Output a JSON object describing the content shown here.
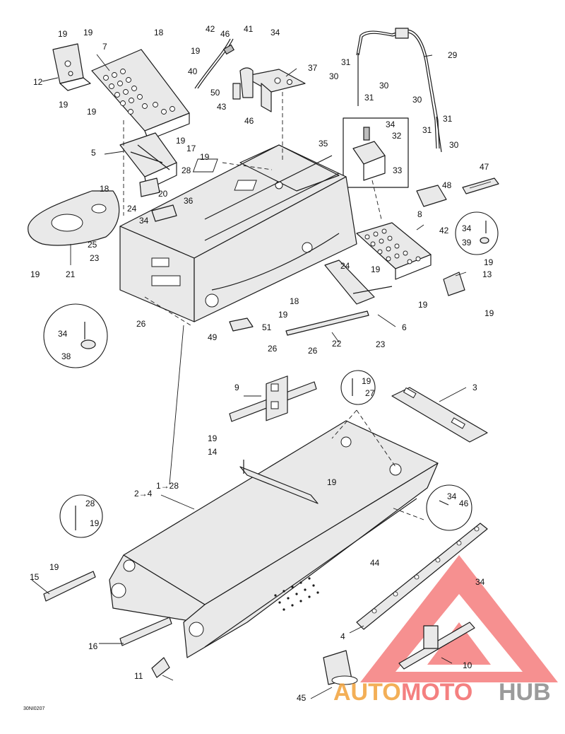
{
  "drawing_code": "30NI0207",
  "logo": {
    "part1": "AUTO",
    "part2": "MOTO",
    "part3": "HUB",
    "color_part1": "#f2a23a",
    "color_part2": "#f36b6b",
    "color_part3": "#8a8a8a",
    "triangle_color": "#f36b6b"
  },
  "callouts": [
    {
      "id": "c01",
      "text": "19"
    },
    {
      "id": "c02",
      "text": "19"
    },
    {
      "id": "c03",
      "text": "18"
    },
    {
      "id": "c04",
      "text": "7"
    },
    {
      "id": "c05",
      "text": "12"
    },
    {
      "id": "c06",
      "text": "19"
    },
    {
      "id": "c07",
      "text": "19"
    },
    {
      "id": "c08",
      "text": "19"
    },
    {
      "id": "c09",
      "text": "42"
    },
    {
      "id": "c10",
      "text": "46"
    },
    {
      "id": "c11",
      "text": "41"
    },
    {
      "id": "c12",
      "text": "34"
    },
    {
      "id": "c13",
      "text": "40"
    },
    {
      "id": "c14",
      "text": "37"
    },
    {
      "id": "c15",
      "text": "50"
    },
    {
      "id": "c16",
      "text": "43"
    },
    {
      "id": "c17",
      "text": "46"
    },
    {
      "id": "c18",
      "text": "29"
    },
    {
      "id": "c19",
      "text": "31"
    },
    {
      "id": "c20",
      "text": "30"
    },
    {
      "id": "c21",
      "text": "30"
    },
    {
      "id": "c22",
      "text": "31"
    },
    {
      "id": "c23",
      "text": "30"
    },
    {
      "id": "c24",
      "text": "31"
    },
    {
      "id": "c25",
      "text": "31"
    },
    {
      "id": "c26",
      "text": "30"
    },
    {
      "id": "c27",
      "text": "19"
    },
    {
      "id": "c28",
      "text": "5"
    },
    {
      "id": "c29",
      "text": "17"
    },
    {
      "id": "c30",
      "text": "19"
    },
    {
      "id": "c31",
      "text": "35"
    },
    {
      "id": "c32",
      "text": "34"
    },
    {
      "id": "c33",
      "text": "32"
    },
    {
      "id": "c34",
      "text": "33"
    },
    {
      "id": "c35",
      "text": "28"
    },
    {
      "id": "c36",
      "text": "47"
    },
    {
      "id": "c37",
      "text": "48"
    },
    {
      "id": "c38",
      "text": "18"
    },
    {
      "id": "c39",
      "text": "20"
    },
    {
      "id": "c40",
      "text": "24"
    },
    {
      "id": "c41",
      "text": "36"
    },
    {
      "id": "c42",
      "text": "34"
    },
    {
      "id": "c43",
      "text": "8"
    },
    {
      "id": "c44",
      "text": "42"
    },
    {
      "id": "c45",
      "text": "34"
    },
    {
      "id": "c46",
      "text": "39"
    },
    {
      "id": "c47",
      "text": "25"
    },
    {
      "id": "c48",
      "text": "23"
    },
    {
      "id": "c49",
      "text": "19"
    },
    {
      "id": "c50",
      "text": "21"
    },
    {
      "id": "c51",
      "text": "24"
    },
    {
      "id": "c52",
      "text": "19"
    },
    {
      "id": "c53",
      "text": "19"
    },
    {
      "id": "c54",
      "text": "13"
    },
    {
      "id": "c55",
      "text": "18"
    },
    {
      "id": "c56",
      "text": "19"
    },
    {
      "id": "c57",
      "text": "19"
    },
    {
      "id": "c58",
      "text": "26"
    },
    {
      "id": "c59",
      "text": "6"
    },
    {
      "id": "c60",
      "text": "19"
    },
    {
      "id": "c61",
      "text": "51"
    },
    {
      "id": "c62",
      "text": "34"
    },
    {
      "id": "c63",
      "text": "38"
    },
    {
      "id": "c64",
      "text": "49"
    },
    {
      "id": "c65",
      "text": "22"
    },
    {
      "id": "c66",
      "text": "23"
    },
    {
      "id": "c67",
      "text": "26"
    },
    {
      "id": "c68",
      "text": "26"
    },
    {
      "id": "c69",
      "text": "9"
    },
    {
      "id": "c70",
      "text": "19"
    },
    {
      "id": "c71",
      "text": "27"
    },
    {
      "id": "c72",
      "text": "3"
    },
    {
      "id": "c73",
      "text": "19"
    },
    {
      "id": "c74",
      "text": "14"
    },
    {
      "id": "c75",
      "text": "1→28"
    },
    {
      "id": "c76",
      "text": "19"
    },
    {
      "id": "c77",
      "text": "2→4"
    },
    {
      "id": "c78",
      "text": "34"
    },
    {
      "id": "c79",
      "text": "46"
    },
    {
      "id": "c80",
      "text": "28"
    },
    {
      "id": "c81",
      "text": "19"
    },
    {
      "id": "c82",
      "text": "19"
    },
    {
      "id": "c83",
      "text": "44"
    },
    {
      "id": "c84",
      "text": "15"
    },
    {
      "id": "c85",
      "text": "34"
    },
    {
      "id": "c86",
      "text": "4"
    },
    {
      "id": "c87",
      "text": "16"
    },
    {
      "id": "c88",
      "text": "10"
    },
    {
      "id": "c89",
      "text": "11"
    },
    {
      "id": "c90",
      "text": "45"
    }
  ]
}
